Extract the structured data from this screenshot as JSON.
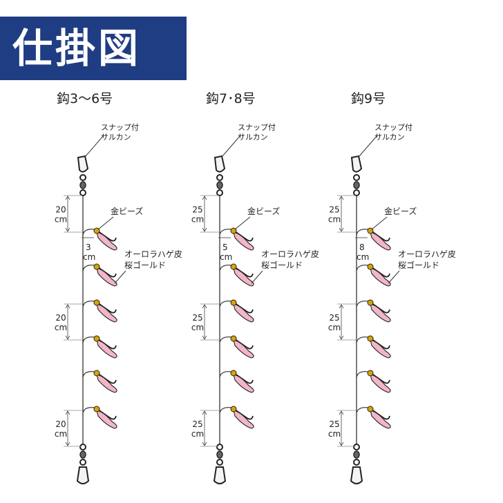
{
  "title": "仕掛図",
  "labels": {
    "snap_line1": "スナップ付",
    "snap_line2": "サルカン",
    "bead": "金ビーズ",
    "skin_line1": "オーロラハゲ皮",
    "skin_line2": "桜ゴールド",
    "cm": "cm"
  },
  "columns": [
    {
      "label": "鈎3〜6号",
      "branch_spacing": "20",
      "branch_length": "3"
    },
    {
      "label": "鈎7･8号",
      "branch_spacing": "25",
      "branch_length": "5"
    },
    {
      "label": "鈎9号",
      "branch_spacing": "25",
      "branch_length": "8"
    }
  ],
  "colors": {
    "title_bg": "#1f3d83",
    "skin": "#f2b6c6",
    "bead": "#d8a400",
    "line": "#333333"
  }
}
